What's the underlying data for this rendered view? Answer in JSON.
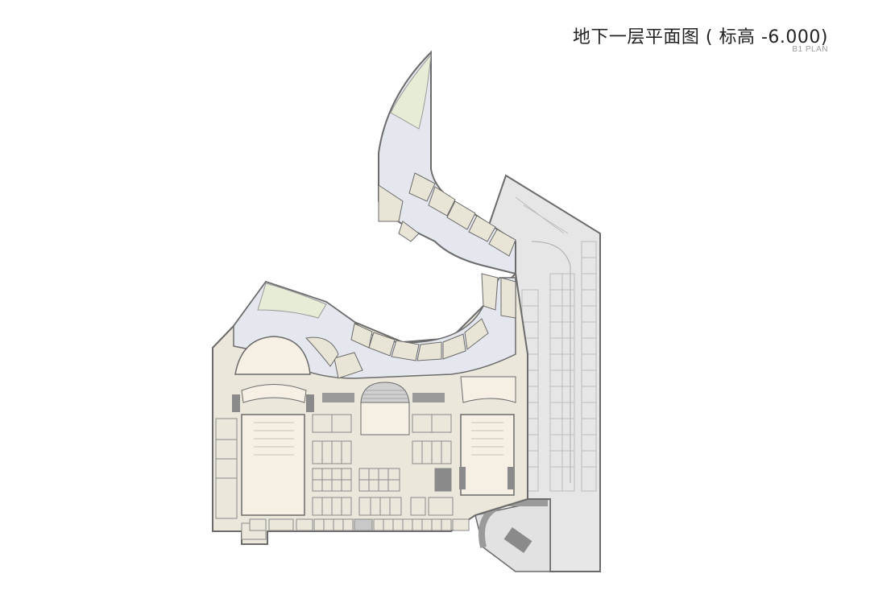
{
  "header": {
    "title": "地下一层平面图 ( 标高 -6.000)",
    "subtitle": "B1 PLAN"
  },
  "plan": {
    "level": "B1",
    "elevation": "-6.000",
    "colors": {
      "outline": "#6b6b6b",
      "circulation": "#e4e8ee",
      "shop": "#e8e4d6",
      "hall": "#f6f0e4",
      "parking": "#e6e6e6",
      "core": "#8a8a8a",
      "amphitheater": "#e6ecd6"
    },
    "zones": [
      {
        "name": "north-arm-retail"
      },
      {
        "name": "central-atrium"
      },
      {
        "name": "west-theater"
      },
      {
        "name": "central-cinema"
      },
      {
        "name": "east-hall"
      },
      {
        "name": "retail-grid"
      },
      {
        "name": "parking-garage"
      },
      {
        "name": "ramp"
      }
    ]
  }
}
